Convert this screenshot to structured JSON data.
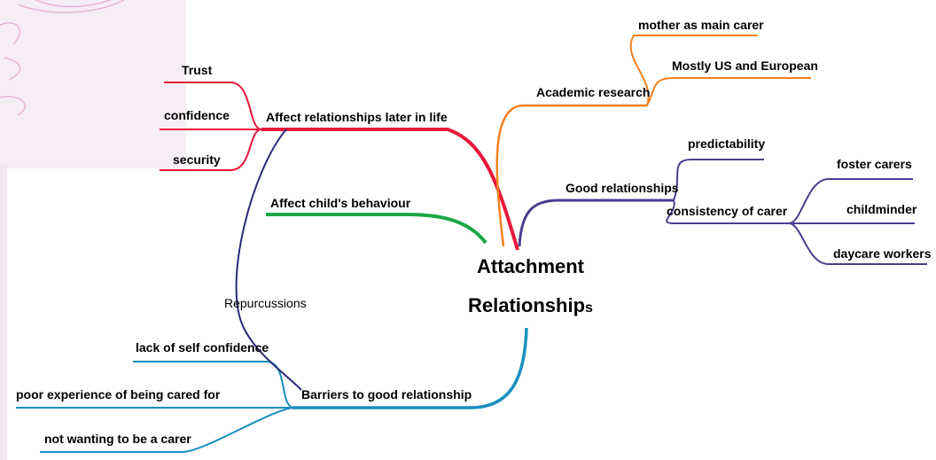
{
  "center": {
    "line1": "Attachment",
    "line2": "Relationship",
    "suffix": "s"
  },
  "branches": {
    "affect_later": {
      "label": "Affect relationships later in life",
      "color": "#e8173a",
      "children": [
        "Trust",
        "confidence",
        "security"
      ]
    },
    "affect_behaviour": {
      "label": "Affect child's behaviour",
      "color": "#1aa845"
    },
    "academic": {
      "label": "Academic research",
      "color": "#f5801e",
      "children": [
        "mother as main carer",
        "Mostly US and European"
      ]
    },
    "good": {
      "label": "Good relationships",
      "color": "#4b3d8f",
      "children": [
        "predictability",
        "consistency of carer"
      ],
      "consistency_children": [
        "foster carers",
        "childminder",
        "daycare workers"
      ]
    },
    "barriers": {
      "label": "Barriers to good relationship",
      "color": "#1a8fbf",
      "children": [
        "lack of self confidence",
        "poor experience of being cared for",
        "not wanting to be a carer"
      ]
    },
    "repercussions": {
      "label": "Repurcussions",
      "color": "#2a2a7a"
    }
  },
  "decor": {
    "swirl_color": "#e9b4d8",
    "panel_color": "#f3e6f1"
  }
}
